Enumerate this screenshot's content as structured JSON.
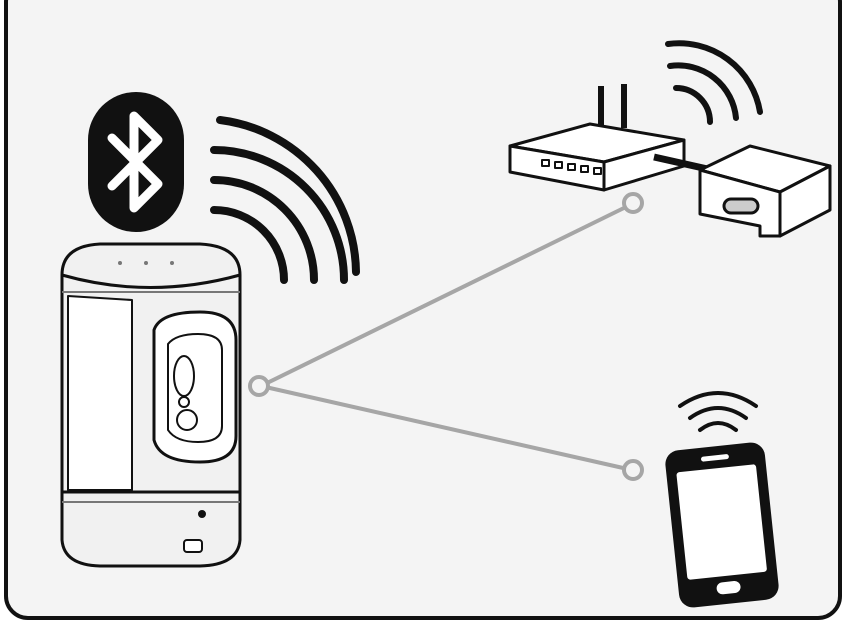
{
  "diagram": {
    "nodes": [
      {
        "id": "speaker",
        "icon": "smart-speaker-icon"
      },
      {
        "id": "bluetooth",
        "icon": "bluetooth-icon"
      },
      {
        "id": "router",
        "icon": "wifi-router-icon"
      },
      {
        "id": "bridge",
        "icon": "network-bridge-icon"
      },
      {
        "id": "phone",
        "icon": "smartphone-icon"
      }
    ],
    "connections": [
      {
        "from": "speaker",
        "to": "router"
      },
      {
        "from": "speaker",
        "to": "phone"
      },
      {
        "from": "router",
        "to": "bridge"
      }
    ]
  },
  "colors": {
    "stroke": "#111111",
    "connector": "#a6a6a6",
    "panel_fill": "#f4f4f4",
    "speaker_fill": "#f1f1f1",
    "screen_fill": "#ffffff"
  }
}
